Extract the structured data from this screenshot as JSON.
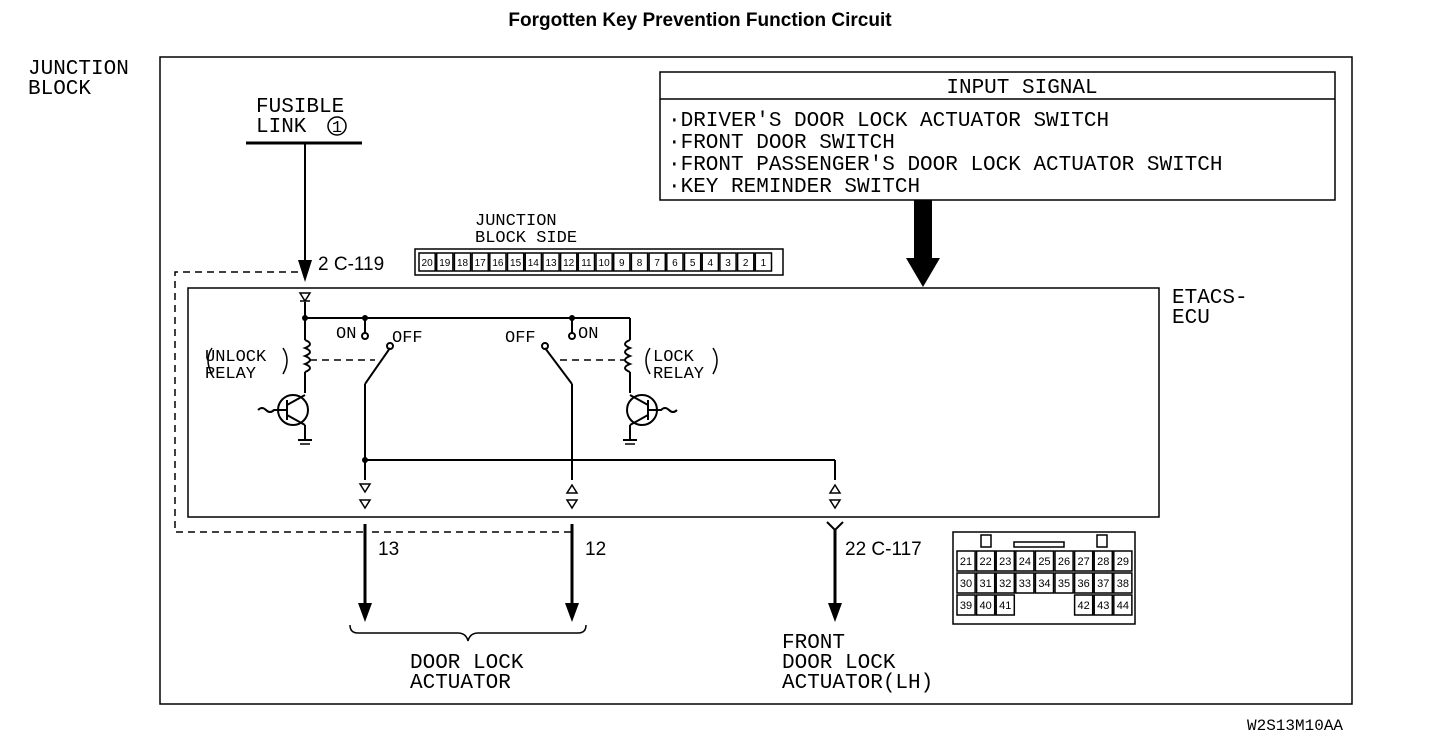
{
  "title": "Forgotten Key Prevention Function Circuit",
  "labels": {
    "junction_block": [
      "JUNCTION",
      "BLOCK"
    ],
    "fusible_link": [
      "FUSIBLE",
      "LINK"
    ],
    "fusible_link_number": "1",
    "connector_top": "2 C-119",
    "junction_block_side": [
      "JUNCTION",
      "BLOCK SIDE"
    ],
    "etacs_ecu": [
      "ETACS-",
      "ECU"
    ],
    "unlock_relay": [
      "UNLOCK",
      "RELAY"
    ],
    "lock_relay": [
      "LOCK",
      "RELAY"
    ],
    "unlock_on": "ON",
    "unlock_off": "OFF",
    "lock_off": "OFF",
    "lock_on": "ON",
    "pin_13": "13",
    "pin_12": "12",
    "connector_bottom": "22 C-117",
    "door_lock_actuator": [
      "DOOR LOCK",
      "ACTUATOR"
    ],
    "front_door_lock_actuator": [
      "FRONT",
      "DOOR LOCK",
      "ACTUATOR(LH)"
    ],
    "figure_code": "W2S13M10AA"
  },
  "input_signal": {
    "header": "INPUT SIGNAL",
    "items": [
      "·DRIVER'S DOOR LOCK ACTUATOR SWITCH",
      "·FRONT DOOR SWITCH",
      "·FRONT PASSENGER'S DOOR LOCK ACTUATOR SWITCH",
      "·KEY REMINDER SWITCH"
    ]
  },
  "connector_c119_pins": [
    "20",
    "19",
    "18",
    "17",
    "16",
    "15",
    "14",
    "13",
    "12",
    "11",
    "10",
    "9",
    "8",
    "7",
    "6",
    "5",
    "4",
    "3",
    "2",
    "1"
  ],
  "connector_c117_rows": [
    [
      "21",
      "22",
      "23",
      "24",
      "25",
      "26",
      "27",
      "28",
      "29"
    ],
    [
      "30",
      "31",
      "32",
      "33",
      "34",
      "35",
      "36",
      "37",
      "38"
    ],
    [
      "39",
      "40",
      "41",
      "",
      "",
      "",
      "42",
      "43",
      "44"
    ]
  ]
}
